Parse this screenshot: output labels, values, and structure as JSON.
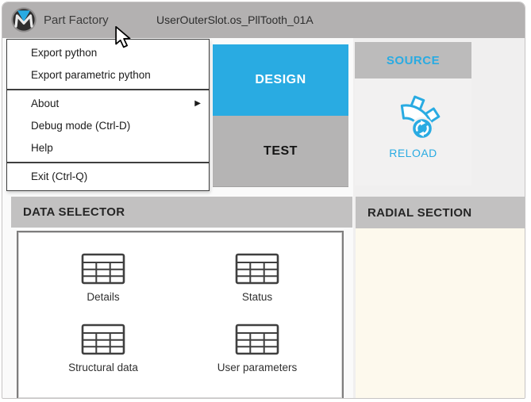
{
  "colors": {
    "accent": "#29abe2",
    "titlebar_bg": "#b3b1b1",
    "section_header_bg": "#c2c1c1",
    "tab_inactive_bg": "#b5b4b4",
    "radial_body_bg": "#fdf9ed"
  },
  "titlebar": {
    "app_name": "Part Factory",
    "document_title": "UserOuterSlot.os_PllTooth_01A"
  },
  "menu": {
    "submenu_arrow": "▶",
    "items": [
      {
        "label": "Export python"
      },
      {
        "label": "Export parametric python"
      },
      {
        "label": "About",
        "has_submenu": true
      },
      {
        "label": "Debug mode (Ctrl-D)"
      },
      {
        "label": "Help"
      },
      {
        "label": "Exit (Ctrl-Q)"
      }
    ]
  },
  "tabs": [
    {
      "label": "DESIGN",
      "active": true
    },
    {
      "label": "TEST",
      "active": false
    }
  ],
  "source_panel": {
    "title": "SOURCE",
    "reload_label": "RELOAD"
  },
  "data_selector": {
    "title": "DATA SELECTOR",
    "items": [
      {
        "label": "Details"
      },
      {
        "label": "Status"
      },
      {
        "label": "Structural data"
      },
      {
        "label": "User parameters"
      }
    ]
  },
  "radial_section": {
    "title": "RADIAL SECTION"
  }
}
